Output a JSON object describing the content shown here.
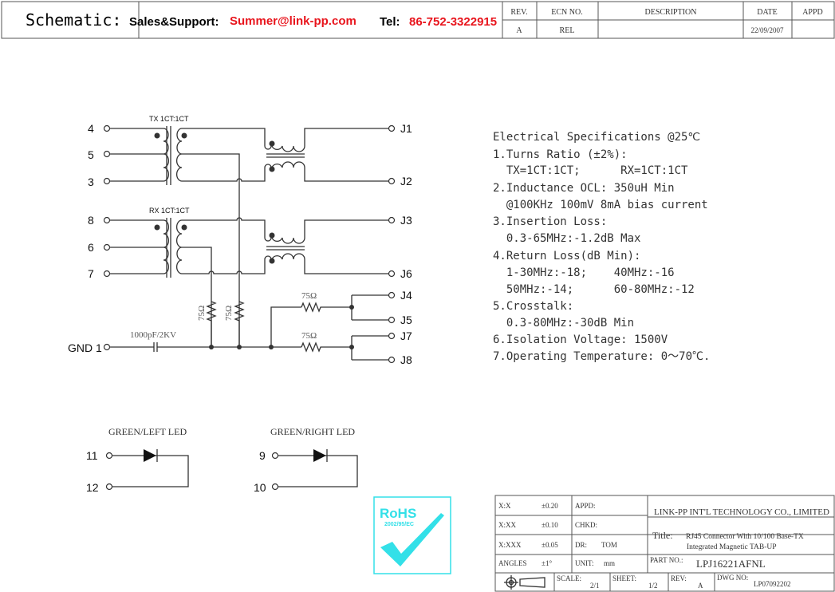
{
  "header": {
    "title": "Schematic:",
    "sales_label": "Sales&Support:",
    "email": "Summer@link-pp.com",
    "tel_label": "Tel:",
    "tel": "86-752-3322915"
  },
  "revision_table": {
    "headers": [
      "REV.",
      "ECN NO.",
      "DESCRIPTION",
      "DATE",
      "APPD"
    ],
    "row": [
      "A",
      "REL",
      "",
      "22/09/2007",
      ""
    ]
  },
  "schematic": {
    "tx_label": "TX 1CT:1CT",
    "rx_label": "RX 1CT:1CT",
    "pins_left": [
      "4",
      "5",
      "3",
      "8",
      "6",
      "7"
    ],
    "gnd_label": "GND 1",
    "pins_right": [
      "J1",
      "J2",
      "J3",
      "J6",
      "J4",
      "J5",
      "J7",
      "J8"
    ],
    "resistor": "75Ω",
    "capacitor": "1000pF/2KV"
  },
  "leds": {
    "left_title": "GREEN/LEFT LED",
    "left_pins": [
      "11",
      "12"
    ],
    "right_title": "GREEN/RIGHT LED",
    "right_pins": [
      "9",
      "10"
    ]
  },
  "specs": [
    "Electrical Specifications @25℃",
    "1.Turns Ratio (±2%):",
    "  TX=1CT:1CT;      RX=1CT:1CT",
    "2.Inductance OCL: 350uH Min",
    "  @100KHz 100mV 8mA bias current",
    "3.Insertion Loss:",
    "  0.3-65MHz:-1.2dB Max",
    "4.Return Loss(dB Min):",
    "  1-30MHz:-18;    40MHz:-16",
    "  50MHz:-14;      60-80MHz:-12",
    "5.Crosstalk:",
    "  0.3-80MHz:-30dB Min",
    "6.Isolation Voltage: 1500V",
    "7.Operating Temperature: 0～70℃."
  ],
  "rohs": {
    "text": "RoHS",
    "directive": "2002/95/EC",
    "color": "#33e0e8"
  },
  "title_block": {
    "tolerances": [
      [
        "X:X",
        "±0.20"
      ],
      [
        "X:XX",
        "±0.10"
      ],
      [
        "X:XXX",
        "±0.05"
      ],
      [
        "ANGLES",
        "±1°"
      ]
    ],
    "appd": "APPD:",
    "chkd": "CHKD:",
    "dr_label": "DR:",
    "dr": "TOM",
    "unit_label": "UNIT:",
    "unit": "mm",
    "company": "LINK-PP INT'L TECHNOLOGY CO., LIMITED",
    "title_label": "Title:",
    "title_line1": "RJ45 Connector With 10/100 Base-TX",
    "title_line2": "Integrated Magnetic TAB-UP",
    "part_label": "PART NO.:",
    "part_no": "LPJ16221AFNL",
    "scale_label": "SCALE:",
    "scale": "2/1",
    "sheet_label": "SHEET:",
    "sheet": "1/2",
    "rev_label": "REV:",
    "rev": "A",
    "dwg_label": "DWG NO:",
    "dwg": "LP07092202"
  }
}
